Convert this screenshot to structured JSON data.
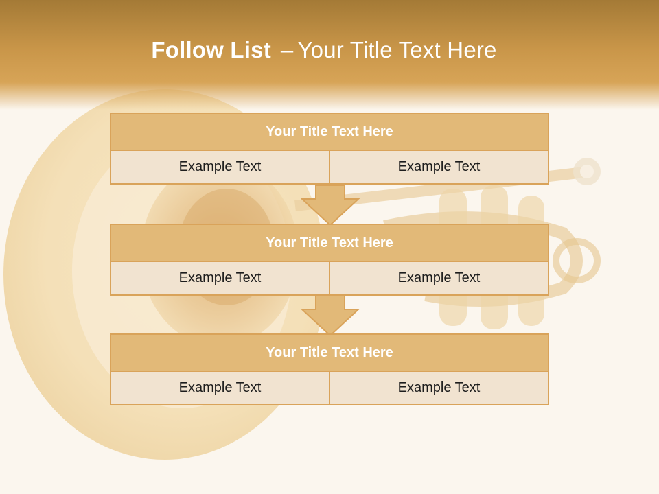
{
  "slide": {
    "title_bold": "Follow List",
    "title_sep": "–",
    "title_rest": "Your Title Text Here"
  },
  "blocks": [
    {
      "title": "Your Title Text Here",
      "left": "Example Text",
      "right": "Example Text"
    },
    {
      "title": "Your Title Text Here",
      "left": "Example Text",
      "right": "Example Text"
    },
    {
      "title": "Your Title Text Here",
      "left": "Example Text",
      "right": "Example Text"
    }
  ],
  "colors": {
    "header_band": "#c99649",
    "block_title_fill": "#e2b978",
    "block_border": "#d9a35a",
    "cell_fill": "#f1e3d0",
    "arrow_fill": "#e2b978"
  },
  "background_image": "trumpet-illustration"
}
